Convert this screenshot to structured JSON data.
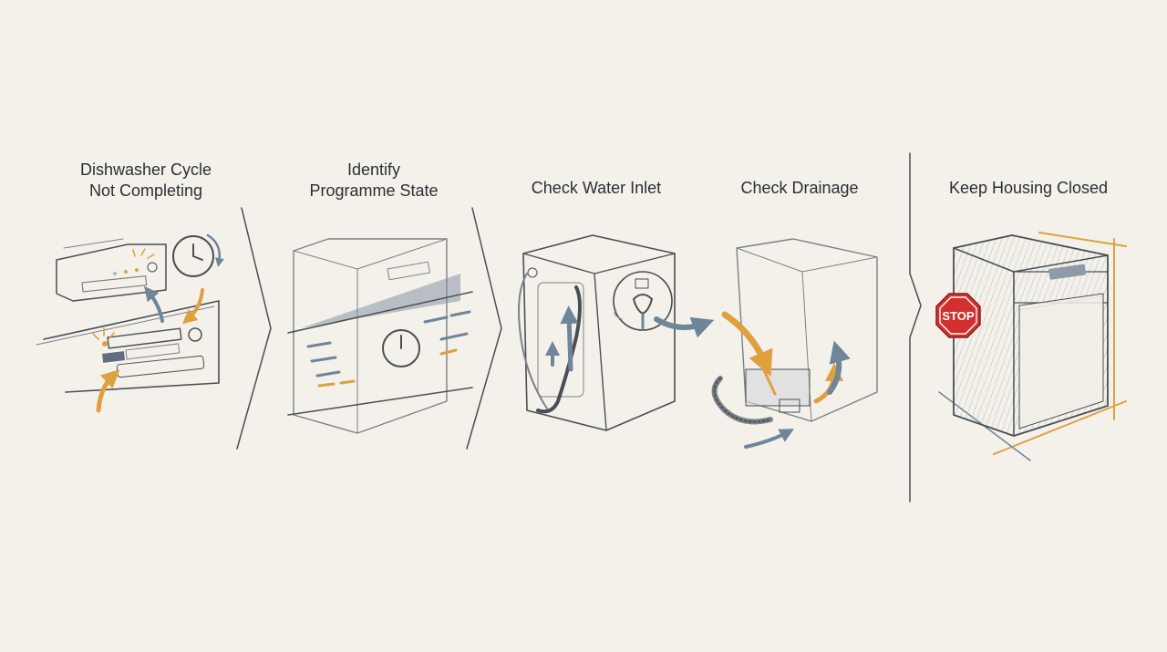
{
  "steps": [
    {
      "title_line1": "Dishwasher Cycle",
      "title_line2": "Not Completing",
      "illustration_icon": "dishwasher-control-panel-icon"
    },
    {
      "title_line1": "Identify",
      "title_line2": "Programme State",
      "illustration_icon": "programme-dial-icon"
    },
    {
      "title_line1": "Check Water Inlet",
      "title_line2": "",
      "illustration_icon": "water-inlet-hose-icon"
    },
    {
      "title_line1": "Check Drainage",
      "title_line2": "",
      "illustration_icon": "drain-hose-icon"
    },
    {
      "title_line1": "Keep Housing Closed",
      "title_line2": "",
      "illustration_icon": "closed-dishwasher-icon"
    }
  ],
  "stop_sign": {
    "label": "STOP",
    "color": "#d32f2f"
  },
  "colors": {
    "background": "#f3f1ea",
    "ink": "#4a4f55",
    "accent_orange": "#e0a040",
    "accent_blue": "#6f8599"
  }
}
